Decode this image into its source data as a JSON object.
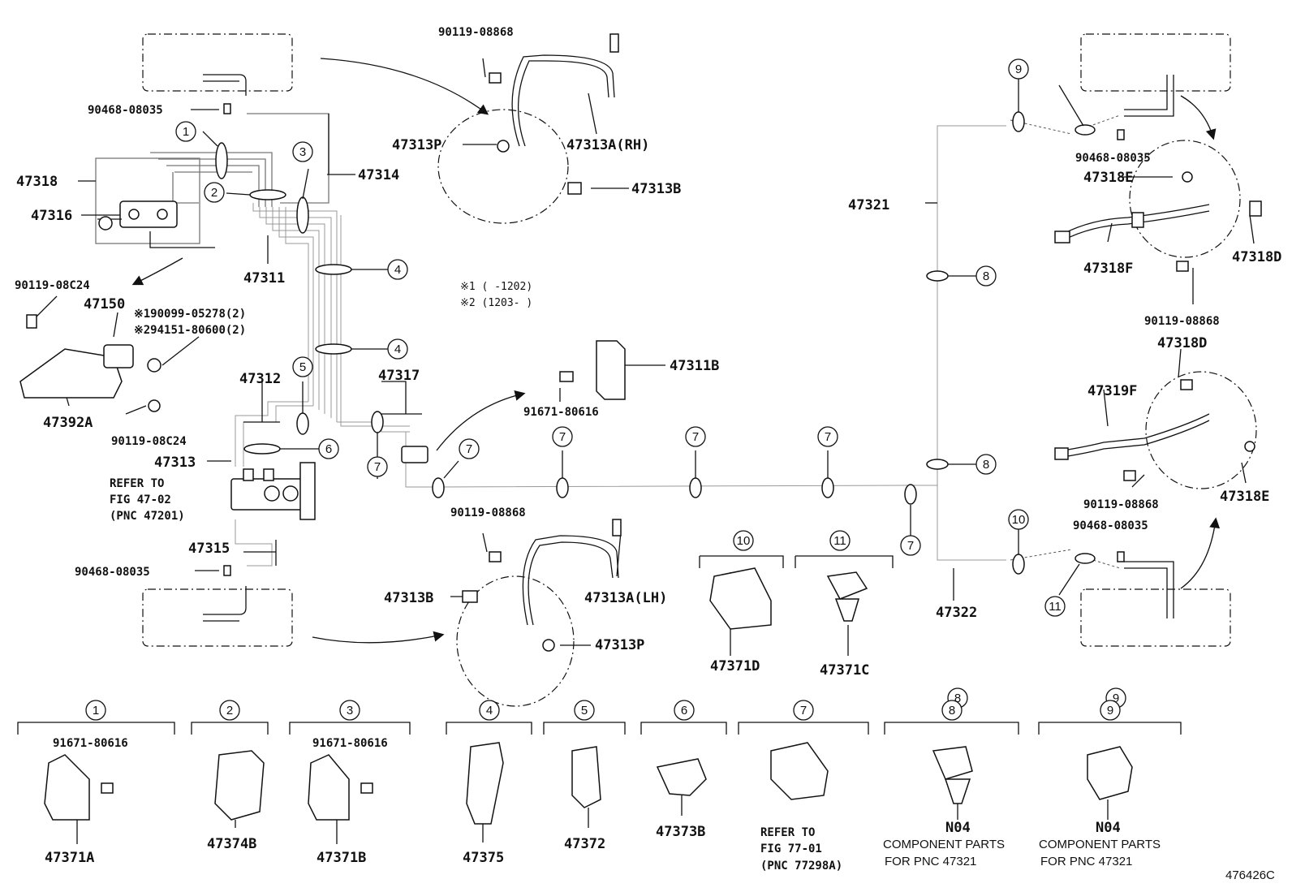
{
  "title": "",
  "notes": [
    "※1 (    -1202)",
    "※2 (1203-    )"
  ],
  "figure_id": "476426C",
  "callouts": [
    "1",
    "2",
    "3",
    "4",
    "4",
    "5",
    "6",
    "7",
    "7",
    "7",
    "7",
    "7",
    "7",
    "8",
    "8",
    "8",
    "9",
    "9",
    "10",
    "10",
    "11",
    "11"
  ],
  "labels": {
    "p90119_08868_top": "90119-08868",
    "p90468_08035_tl": "90468-08035",
    "p47318": "47318",
    "p47316": "47316",
    "p47314": "47314",
    "p47311": "47311",
    "p47313P_top": "47313P",
    "p47313A_RH": "47313A(RH)",
    "p47313B_top": "47313B",
    "p90119_08C24_a": "90119-08C24",
    "p47150": "47150",
    "p190099": "※190099-05278(2)",
    "p294151": "※294151-80600(2)",
    "p47392A": "47392A",
    "p90119_08C24_b": "90119-08C24",
    "p47312": "47312",
    "p47317": "47317",
    "p47313": "47313",
    "refer1_a": "REFER TO",
    "refer1_b": "FIG 47-02",
    "refer1_c": "(PNC 47201)",
    "p47315": "47315",
    "p90468_08035_bl": "90468-08035",
    "p47311B": "47311B",
    "p91671_80616_mid": "91671-80616",
    "p90119_08868_mid": "90119-08868",
    "p47313B_bot": "47313B",
    "p47313A_LH": "47313A(LH)",
    "p47313P_bot": "47313P",
    "p47371D": "47371D",
    "p47371C": "47371C",
    "p47321": "47321",
    "p47322": "47322",
    "p90468_08035_tr": "90468-08035",
    "p47318E_top": "47318E",
    "p47318F": "47318F",
    "p47318D_a": "47318D",
    "p90119_08868_r1": "90119-08868",
    "p47318D_b": "47318D",
    "p47319F": "47319F",
    "p90119_08868_r2": "90119-08868",
    "p47318E_bot": "47318E",
    "p90468_08035_br": "90468-08035"
  },
  "bottom_row": [
    {
      "callout": "1",
      "bolt": "91671-80616",
      "part": "47371A"
    },
    {
      "callout": "2",
      "bolt": "",
      "part": "47374B"
    },
    {
      "callout": "3",
      "bolt": "91671-80616",
      "part": "47371B"
    },
    {
      "callout": "4",
      "bolt": "",
      "part": "47375"
    },
    {
      "callout": "5",
      "bolt": "",
      "part": "47372"
    },
    {
      "callout": "6",
      "bolt": "",
      "part": "47373B"
    },
    {
      "callout": "7",
      "bolt": "",
      "part": "REFER TO",
      "part2": "FIG 77-01",
      "part3": "(PNC 77298A)"
    },
    {
      "callout": "8",
      "bolt": "",
      "part": "N04",
      "part2": "COMPONENT PARTS",
      "part3": "FOR PNC 47321"
    },
    {
      "callout": "9",
      "bolt": "",
      "part": "N04",
      "part2": "COMPONENT PARTS",
      "part3": "FOR PNC 47321"
    }
  ]
}
